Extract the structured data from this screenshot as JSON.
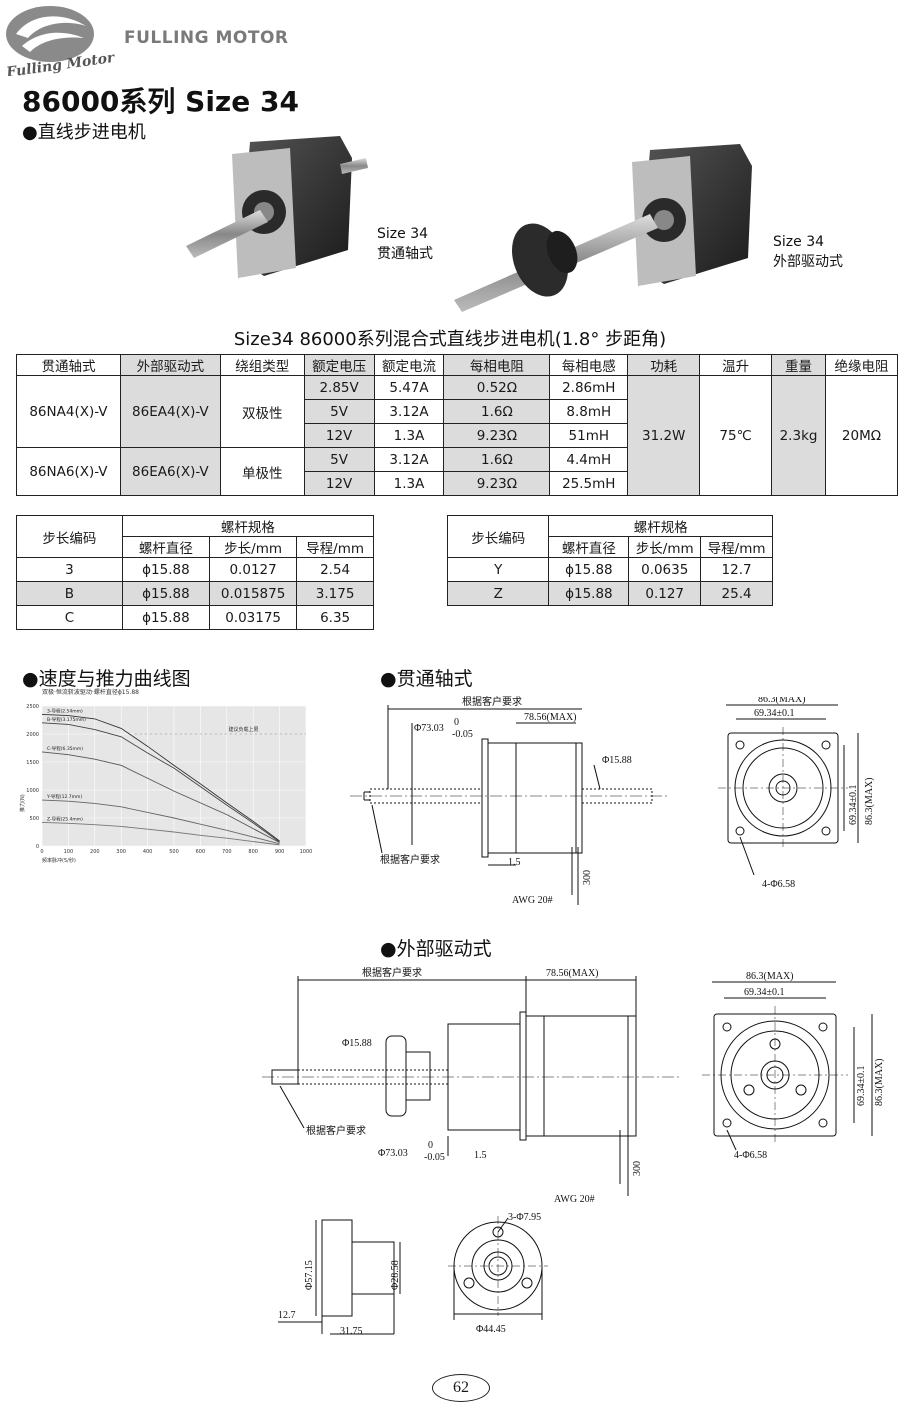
{
  "header": {
    "brand": "FULLING MOTOR",
    "logo_text": "Fulling Motor",
    "title": "86000系列 Size 34",
    "section_main": "●直线步进电机"
  },
  "products": [
    {
      "size": "Size 34",
      "type": "贯通轴式"
    },
    {
      "size": "Size 34",
      "type": "外部驱动式"
    }
  ],
  "spec_table": {
    "title": "Size34 86000系列混合式直线步进电机(1.8°  步距角)",
    "headers": [
      "贯通轴式",
      "外部驱动式",
      "绕组类型",
      "额定电压",
      "额定电流",
      "每相电阻",
      "每相电感",
      "功耗",
      "温升",
      "重量",
      "绝缘电阻"
    ],
    "group1": {
      "through": "86NA4(X)-V",
      "external": "86EA4(X)-V",
      "winding": "双极性"
    },
    "group2": {
      "through": "86NA6(X)-V",
      "external": "86EA6(X)-V",
      "winding": "单极性"
    },
    "rows": [
      {
        "voltage": "2.85V",
        "current": "5.47A",
        "resistance": "0.52Ω",
        "inductance": "2.86mH"
      },
      {
        "voltage": "5V",
        "current": "3.12A",
        "resistance": "1.6Ω",
        "inductance": "8.8mH"
      },
      {
        "voltage": "12V",
        "current": "1.3A",
        "resistance": "9.23Ω",
        "inductance": "51mH"
      },
      {
        "voltage": "5V",
        "current": "3.12A",
        "resistance": "1.6Ω",
        "inductance": "4.4mH"
      },
      {
        "voltage": "12V",
        "current": "1.3A",
        "resistance": "9.23Ω",
        "inductance": "25.5mH"
      }
    ],
    "power": "31.2W",
    "temp_rise": "75℃",
    "weight": "2.3kg",
    "insulation": "20MΩ"
  },
  "pitch_tables": {
    "code_header": "步长编码",
    "screw_header": "螺杆规格",
    "sub_headers": [
      "螺杆直径",
      "步长/mm",
      "导程/mm"
    ],
    "left_rows": [
      {
        "code": "3",
        "dia": "ϕ15.88",
        "step": "0.0127",
        "lead": "2.54"
      },
      {
        "code": "B",
        "dia": "ϕ15.88",
        "step": "0.015875",
        "lead": "3.175"
      },
      {
        "code": "C",
        "dia": "ϕ15.88",
        "step": "0.03175",
        "lead": "6.35"
      }
    ],
    "right_rows": [
      {
        "code": "Y",
        "dia": "ϕ15.88",
        "step": "0.0635",
        "lead": "12.7"
      },
      {
        "code": "Z",
        "dia": "ϕ15.88",
        "step": "0.127",
        "lead": "25.4"
      }
    ]
  },
  "sections": {
    "curve": "●速度与推力曲线图",
    "through_shaft": "●贯通轴式",
    "external_drive": "●外部驱动式"
  },
  "chart_data": {
    "type": "line",
    "title": "双极·恒流斩波驱动·螺杆直径ϕ15.88",
    "xlabel": "频率脉冲(5/秒)",
    "ylabel": "推力(N)",
    "xlim": [
      0,
      1000
    ],
    "ylim": [
      0,
      2500
    ],
    "xticks": [
      "0",
      "100",
      "200",
      "300",
      "400",
      "500",
      "600",
      "700",
      "800",
      "900",
      "1000"
    ],
    "yticks": [
      "0",
      "500",
      "1000",
      "1500",
      "2000",
      "2500"
    ],
    "grid": true,
    "annotation": "建议负载上限",
    "limit_value": 2000,
    "series": [
      {
        "name": "3-导程(2.54mm)",
        "x": [
          0,
          100,
          200,
          300,
          400,
          500,
          600,
          700,
          800,
          900
        ],
        "y": [
          2350,
          2330,
          2270,
          2100,
          1780,
          1440,
          1110,
          770,
          440,
          90
        ]
      },
      {
        "name": "B-导程(3.175mm)",
        "x": [
          0,
          100,
          200,
          300,
          400,
          500,
          600,
          700,
          800,
          900
        ],
        "y": [
          2200,
          2170,
          2080,
          1950,
          1660,
          1390,
          1060,
          730,
          410,
          70
        ]
      },
      {
        "name": "C-导程(6.35mm)",
        "x": [
          0,
          100,
          200,
          300,
          400,
          500,
          600,
          700,
          800,
          900
        ],
        "y": [
          1680,
          1630,
          1550,
          1440,
          1210,
          980,
          770,
          560,
          310,
          60
        ]
      },
      {
        "name": "Y-导程(12.7mm)",
        "x": [
          0,
          100,
          200,
          300,
          400,
          500,
          600,
          700,
          800,
          900
        ],
        "y": [
          820,
          800,
          760,
          700,
          600,
          500,
          390,
          280,
          160,
          40
        ]
      },
      {
        "name": "Z-导程(25.4mm)",
        "x": [
          0,
          100,
          200,
          300,
          400,
          500,
          600,
          700,
          800,
          900
        ],
        "y": [
          420,
          405,
          380,
          350,
          300,
          250,
          190,
          140,
          80,
          20
        ]
      }
    ]
  },
  "drawing_through": {
    "customer_req_top": "根据客户要求",
    "len_body": "78.56(MAX)",
    "dia_pilot": "Φ73.03",
    "tol_upper": "0",
    "tol_lower": "-0.05",
    "dia_screw": "Φ15.88",
    "customer_req_bottom": "根据客户要求",
    "flange": "1.5",
    "lead_len": "300",
    "wire": "AWG 20#",
    "front_width": "86.3(MAX)",
    "front_hole_pitch": "69.34±0.1",
    "front_height": "86.3(MAX)",
    "front_hole_pitch_v": "69.34±0.1",
    "holes": "4-Φ6.58"
  },
  "drawing_external": {
    "customer_req_top": "根据客户要求",
    "len_body": "78.56(MAX)",
    "dia_screw": "Φ15.88",
    "customer_req_bottom": "根据客户要求",
    "dia_pilot": "Φ73.03",
    "tol_upper": "0",
    "tol_lower": "-0.05",
    "flange": "1.5",
    "lead_len": "300",
    "wire": "AWG 20#",
    "front_width": "86.3(MAX)",
    "front_hole_pitch": "69.34±0.1",
    "front_height": "86.3(MAX)",
    "front_hole_pitch_v": "69.34±0.1",
    "holes": "4-Φ6.58",
    "nut_dia": "Φ57.15",
    "nut_hub_dia": "Φ28.58",
    "nut_flange": "12.7",
    "nut_len": "31.75",
    "nut_holes": "3-Φ7.95",
    "nut_bc": "Φ44.45"
  },
  "footer": {
    "page": "62"
  }
}
